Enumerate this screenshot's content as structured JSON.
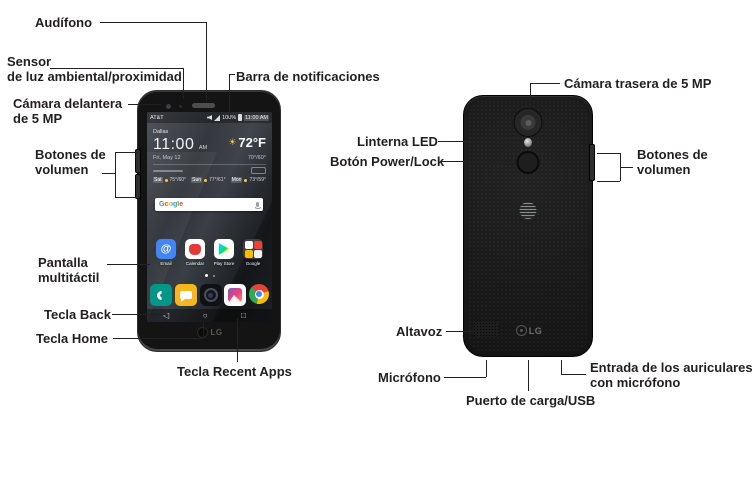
{
  "page": {
    "background": "#ffffff",
    "label_color": "#231f20",
    "line_color": "#242021"
  },
  "front": {
    "callouts": {
      "audifono": "Audífono",
      "sensor_l1": "Sensor",
      "sensor_l2": "de luz ambiental/proximidad",
      "camara_l1": "Cámara delantera",
      "camara_l2": "de 5 MP",
      "barra": "Barra de notificaciones",
      "volumen_l1": "Botones de",
      "volumen_l2": "volumen",
      "pantalla_l1": "Pantalla",
      "pantalla_l2": "multitáctil",
      "tecla_back": "Tecla Back",
      "tecla_home": "Tecla Home",
      "tecla_recent": "Tecla Recent Apps"
    },
    "screen": {
      "carrier": "AT&T",
      "battery_percent": "100%",
      "status_time": "11:00 AM",
      "city": "Dallas",
      "clock": "11:00",
      "ampm": "AM",
      "date": "Fri, May 12",
      "temp": "72°F",
      "hilo": "70°/60°",
      "forecast": [
        {
          "day": "Sat",
          "temps": "75°/60°"
        },
        {
          "day": "Sun",
          "temps": "77°/61°"
        },
        {
          "day": "Mon",
          "temps": "73°/59°"
        }
      ],
      "search_label": "Google",
      "apps": [
        "Email",
        "Calendar",
        "Play Store",
        "Google"
      ],
      "icons": {
        "email_at": "@",
        "sun": "☀",
        "nav_back": "◁",
        "nav_home": "○",
        "nav_recent": "□"
      }
    },
    "chin_logo": "LG"
  },
  "back": {
    "callouts": {
      "camara": "Cámara trasera de 5 MP",
      "linterna": "Linterna LED",
      "power": "Botón Power/Lock",
      "volumen_l1": "Botones de",
      "volumen_l2": "volumen",
      "altavoz": "Altavoz",
      "microfono": "Micrófono",
      "entrada_l1": "Entrada de los auriculares",
      "entrada_l2": "con micrófono",
      "puerto": "Puerto de carga/USB"
    },
    "brand": "LG"
  }
}
